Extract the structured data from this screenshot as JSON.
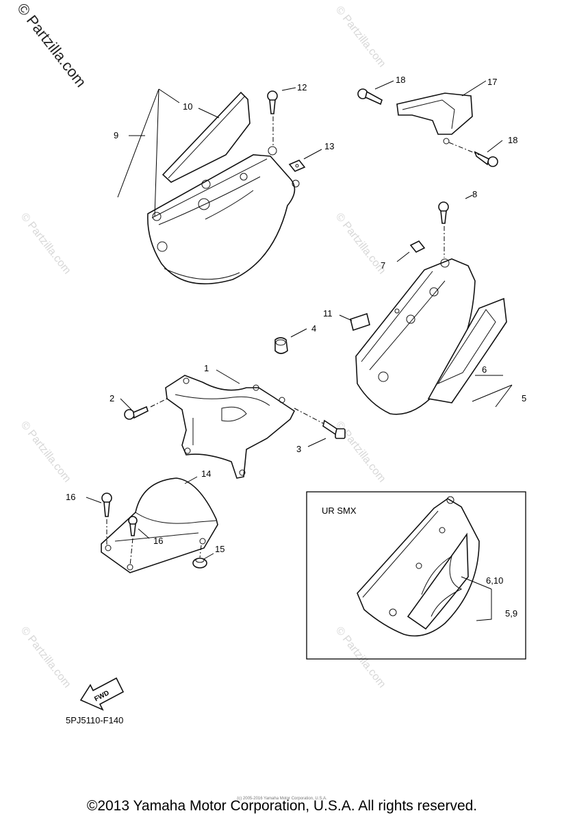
{
  "watermarks": {
    "main": "© Partzilla.com",
    "repeat": "© Partzilla.com"
  },
  "labels": {
    "l1": "1",
    "l2": "2",
    "l3": "3",
    "l4": "4",
    "l5": "5",
    "l6": "6",
    "l7": "7",
    "l8": "8",
    "l9": "9",
    "l10": "10",
    "l11": "11",
    "l12": "12",
    "l13": "13",
    "l14": "14",
    "l15": "15",
    "l16a": "16",
    "l16b": "16",
    "l17": "17",
    "l18a": "18",
    "l18b": "18"
  },
  "inset": {
    "title": "UR SMX",
    "label_a": "6,10",
    "label_b": "5,9"
  },
  "fwd": "FWD",
  "diagram_code": "5PJ5110-F140",
  "copyright": "©2013 Yamaha Motor Corporation, U.S.A. All rights reserved.",
  "small_copyright": "(c) 2005-2016 Yamaha Motor Corporation, U.S.A."
}
